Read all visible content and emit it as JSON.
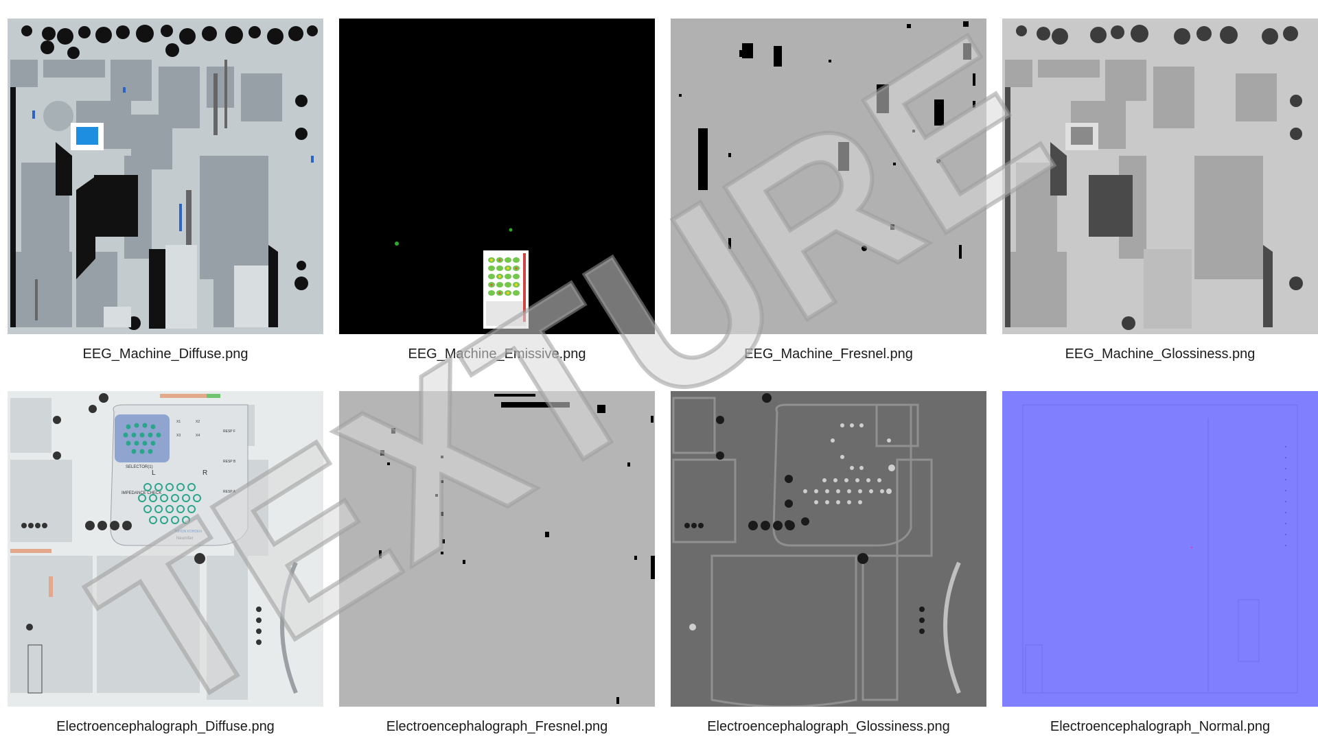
{
  "tiles": [
    {
      "label": "EEG_Machine_Diffuse.png",
      "base": "#c4cbcf"
    },
    {
      "label": "EEG_Machine_Emissive.png",
      "base": "#000000"
    },
    {
      "label": "EEG_Machine_Fresnel.png",
      "base": "#b1b1b1"
    },
    {
      "label": "EEG_Machine_Glossiness.png",
      "base": "#c9c9c9"
    },
    {
      "label": "Electroencephalograph_Diffuse.png",
      "base": "#e8ebec"
    },
    {
      "label": "Electroencephalograph_Fresnel.png",
      "base": "#b5b5b5"
    },
    {
      "label": "Electroencephalograph_Glossiness.png",
      "base": "#6c6c6c"
    },
    {
      "label": "Electroencephalograph_Normal.png",
      "base": "#8080ff"
    }
  ],
  "panel_text": {
    "selector": "SELECTOR(1)",
    "impedance": "IMPEDANCE CHECK",
    "left": "L",
    "right": "R",
    "brand": "NIHON KOHDEN",
    "product": "Neurofax",
    "resp_a": "RESP A",
    "resp_b": "RESP B",
    "resp_f": "RESP F",
    "x1": "X1",
    "x2": "X2",
    "x3": "X3",
    "x4": "X4"
  },
  "watermark": {
    "text": "TEXTURE"
  },
  "colors": {
    "accent_blue": "#1e8fe0",
    "panel_blue": "#8fa5cf",
    "emissive_green": "#2ea82e",
    "normal_blue": "#8080ff"
  }
}
